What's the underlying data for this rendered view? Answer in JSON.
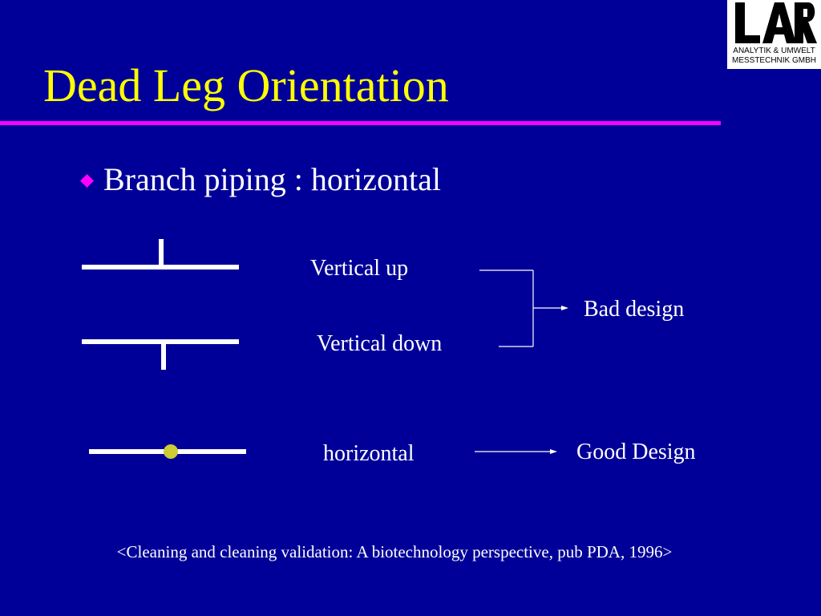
{
  "slide": {
    "title": "Dead Leg Orientation",
    "bullet": "Branch piping : horizontal",
    "citation": "<Cleaning and cleaning validation: A biotechnology perspective, pub PDA, 1996>"
  },
  "logo": {
    "mark_text": "LAR",
    "line1": "ANALYTIK & UMWELT",
    "line2": "MESSTECHNIK GMBH"
  },
  "diagram": {
    "labels": {
      "vertical_up": "Vertical up",
      "vertical_down": "Vertical down",
      "horizontal": "horizontal",
      "bad_design": "Bad design",
      "good_design": "Good Design"
    }
  },
  "colors": {
    "background": "#000099",
    "title": "#ffff00",
    "rule": "#ff00ff",
    "text": "#ffffff",
    "bullet": "#ff00ff",
    "dot": "#cccc33"
  },
  "icons": {
    "bullet": "diamond-bullet-icon"
  }
}
